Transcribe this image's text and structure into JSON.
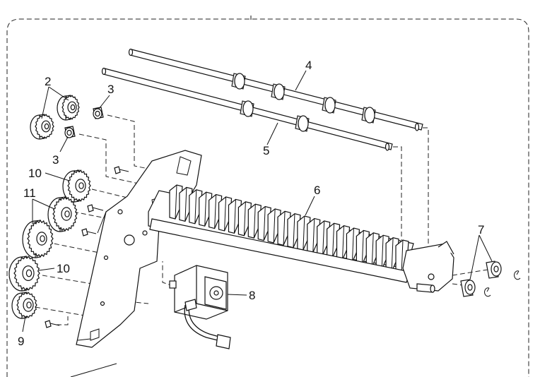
{
  "diagram": {
    "callouts": [
      {
        "id": "c2",
        "text": "2"
      },
      {
        "id": "c3a",
        "text": "3"
      },
      {
        "id": "c3b",
        "text": "3"
      },
      {
        "id": "c4",
        "text": "4"
      },
      {
        "id": "c5",
        "text": "5"
      },
      {
        "id": "c6",
        "text": "6"
      },
      {
        "id": "c7",
        "text": "7"
      },
      {
        "id": "c8",
        "text": "8"
      },
      {
        "id": "c9",
        "text": "9"
      },
      {
        "id": "c10a",
        "text": "10"
      },
      {
        "id": "c10b",
        "text": "10"
      },
      {
        "id": "c11",
        "text": "11"
      }
    ]
  }
}
